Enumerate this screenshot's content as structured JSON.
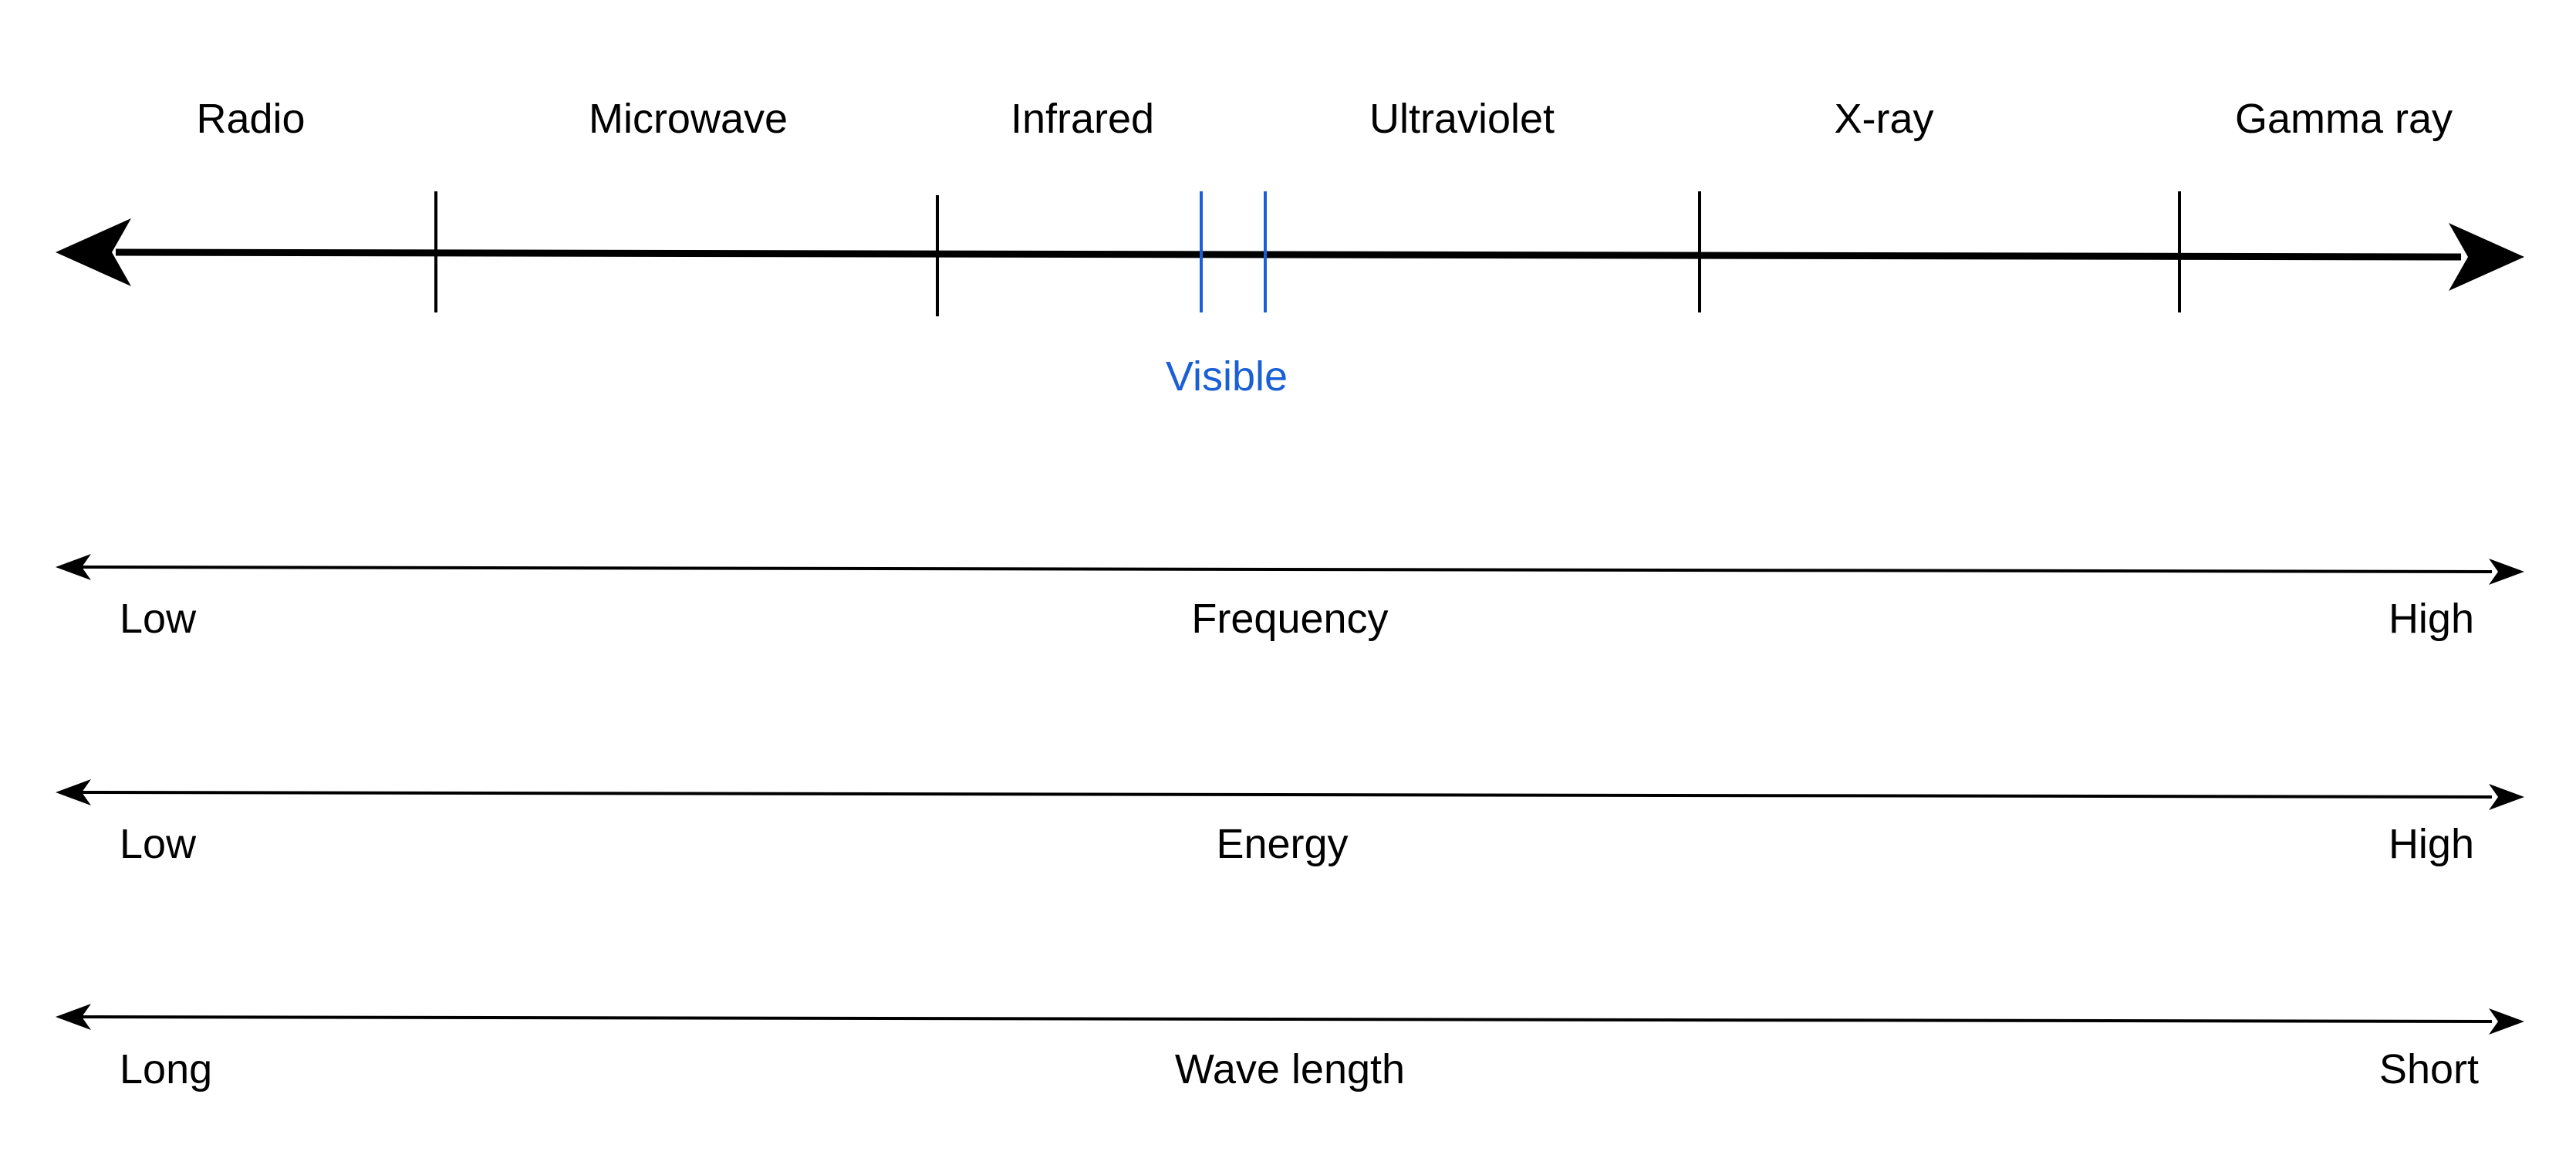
{
  "spectrum": {
    "regions": [
      "Radio",
      "Microwave",
      "Infrared",
      "Ultraviolet",
      "X-ray",
      "Gamma ray"
    ],
    "visible_label": "Visible"
  },
  "scales": [
    {
      "title": "Frequency",
      "left": "Low",
      "right": "High"
    },
    {
      "title": "Energy",
      "left": "Low",
      "right": "High"
    },
    {
      "title": "Wave length",
      "left": "Long",
      "right": "Short"
    }
  ],
  "colors": {
    "ink": "#000000",
    "visible": "#1a5fd6"
  }
}
